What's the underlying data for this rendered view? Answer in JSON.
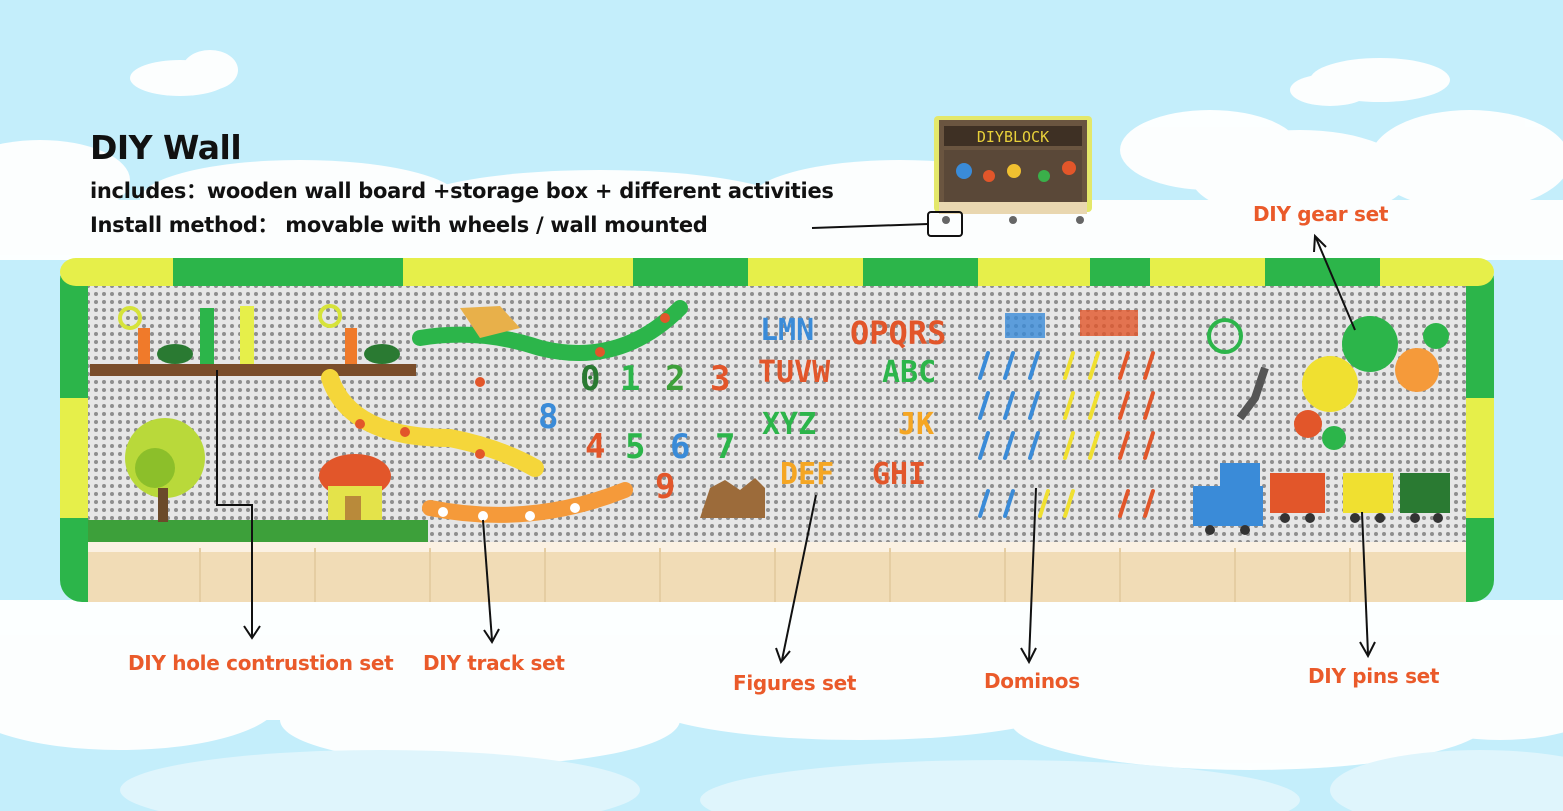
{
  "header": {
    "title": "DIY Wall",
    "includes": "includes：wooden wall board +storage box + different activities",
    "install": "Install method：  movable with wheels /  wall mounted"
  },
  "thumbnail": {
    "sign_text": "DIYBLOCK"
  },
  "board": {
    "letters_row1": [
      "LMN",
      "OPQRS"
    ],
    "letters_row2": [
      "TUVW",
      "ABC"
    ],
    "letters_row3": [
      "XYZ",
      "JK"
    ],
    "letters_row4": [
      "DEF",
      "GHI"
    ],
    "numbers": [
      "0",
      "1",
      "2",
      "3",
      "8",
      "4",
      "5",
      "6",
      "7",
      "9"
    ]
  },
  "labels": {
    "gear": "DIY gear set",
    "hole": "DIY hole contrustion set",
    "track": "DIY track set",
    "figures": "Figures set",
    "dominos": "Dominos",
    "pins": "DIY pins set"
  },
  "colors": {
    "accent": "#ea5a2a",
    "sky": "#c4eefb",
    "frame_green": "#2cb54a",
    "frame_yellow": "#e6ef4a"
  }
}
